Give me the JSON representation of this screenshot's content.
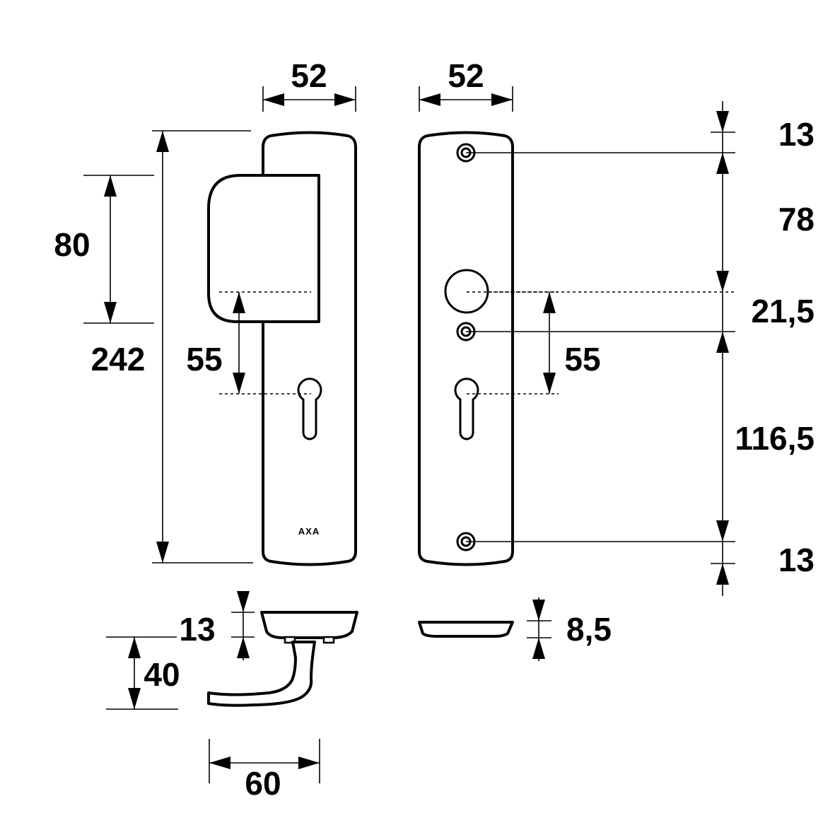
{
  "brand": {
    "logo_text": "AXA"
  },
  "dimensions": {
    "front_width": "52",
    "back_width": "52",
    "overall_height": "242",
    "handle_block_height": "80",
    "front_spindle_to_cylinder": "55",
    "back_spindle_to_cylinder": "55",
    "top_screw_offset": "13",
    "screw_to_spindle": "78",
    "spindle_to_screw": "21,5",
    "screw_to_bottom_screw": "116,5",
    "bottom_screw_offset": "13",
    "rose_thickness": "13",
    "handle_projection": "40",
    "handle_length": "60",
    "back_plate_thickness": "8,5"
  },
  "colors": {
    "stroke": "#000000",
    "background": "#ffffff"
  }
}
